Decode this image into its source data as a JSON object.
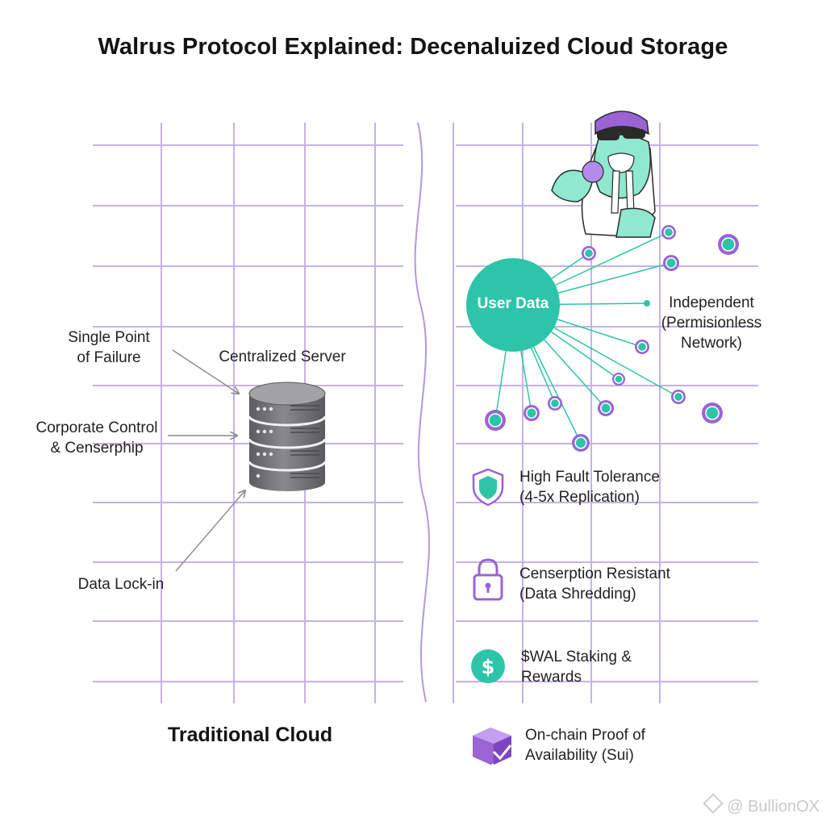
{
  "title": "Walrus Protocol Explained: Decenaluized Cloud Storage",
  "left": {
    "server_label": "Centralized Server",
    "issues": [
      {
        "line1": "Single Point",
        "line2": "of Failure"
      },
      {
        "line1": "Corporate Control",
        "line2": "& Censerphip"
      },
      {
        "line1": "Data Lock-in"
      }
    ],
    "section_title": "Traditional Cloud"
  },
  "right": {
    "hub_label": "User Data",
    "network_label": {
      "line1": "Independent",
      "line2": "(Permisionless",
      "line3": "Network)"
    },
    "features": [
      {
        "icon": "shield-icon",
        "line1": "High Fault Tolerance",
        "line2": "(4-5x Replication)"
      },
      {
        "icon": "lock-icon",
        "line1": "Censerption Resistant",
        "line2": "(Data Shredding)"
      },
      {
        "icon": "dollar-coin-icon",
        "line1": "$WAL Staking &",
        "line2": "Rewards"
      },
      {
        "icon": "box-check-icon",
        "line1": "On-chain Proof of",
        "line2": "Availability (Sui)"
      }
    ]
  },
  "watermark": "@ BullionOX",
  "colors": {
    "grid": "#c5b3e6",
    "teal": "#2ec4a9",
    "purple": "#9a63d6",
    "server": "#6f6f73"
  }
}
